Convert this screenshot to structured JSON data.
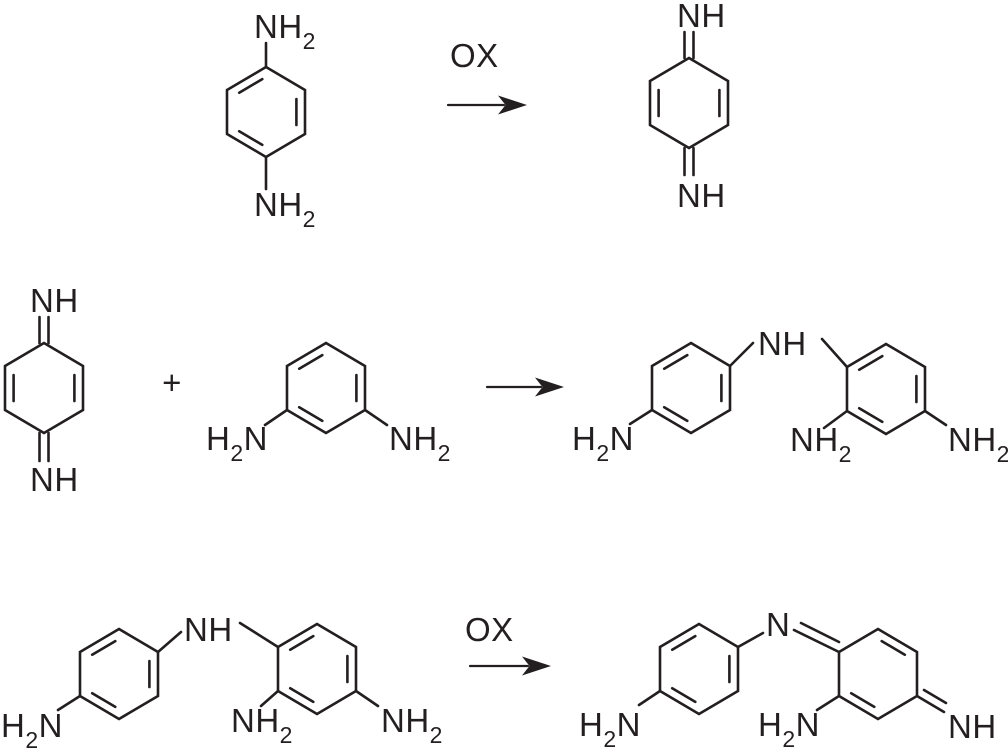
{
  "palette": {
    "ink": "#231f20",
    "background": "#ffffff"
  },
  "row1": {
    "reactant": {
      "top_amine": {
        "text": "NH",
        "sub": "2"
      },
      "bottom_amine": {
        "text": "NH",
        "sub": "2"
      }
    },
    "arrow_label": "OX",
    "product": {
      "top_imine": "NH",
      "bottom_imine": "NH"
    }
  },
  "row2": {
    "reactant_imine": {
      "top_imine": "NH",
      "bottom_imine": "NH"
    },
    "plus": "+",
    "reactant_diamine": {
      "left_amine": {
        "pre": "H",
        "sub": "2",
        "post": "N"
      },
      "right_amine": {
        "text": "NH",
        "sub": "2"
      }
    },
    "product": {
      "left_amine": {
        "pre": "H",
        "sub": "2",
        "post": "N"
      },
      "bridge_nh": "NH",
      "ortho_amine": {
        "text": "NH",
        "sub": "2"
      },
      "para_amine": {
        "text": "NH",
        "sub": "2"
      }
    }
  },
  "row3": {
    "reactant": {
      "left_amine": {
        "pre": "H",
        "sub": "2",
        "post": "N"
      },
      "bridge_nh": "NH",
      "ortho_amine": {
        "text": "NH",
        "sub": "2"
      },
      "para_amine": {
        "text": "NH",
        "sub": "2"
      }
    },
    "arrow_label": "OX",
    "product": {
      "left_amine": {
        "pre": "H",
        "sub": "2",
        "post": "N"
      },
      "bridge_n": "N",
      "ortho_amine": {
        "pre": "H",
        "sub": "2",
        "post": "N"
      },
      "right_imine": "NH"
    }
  }
}
